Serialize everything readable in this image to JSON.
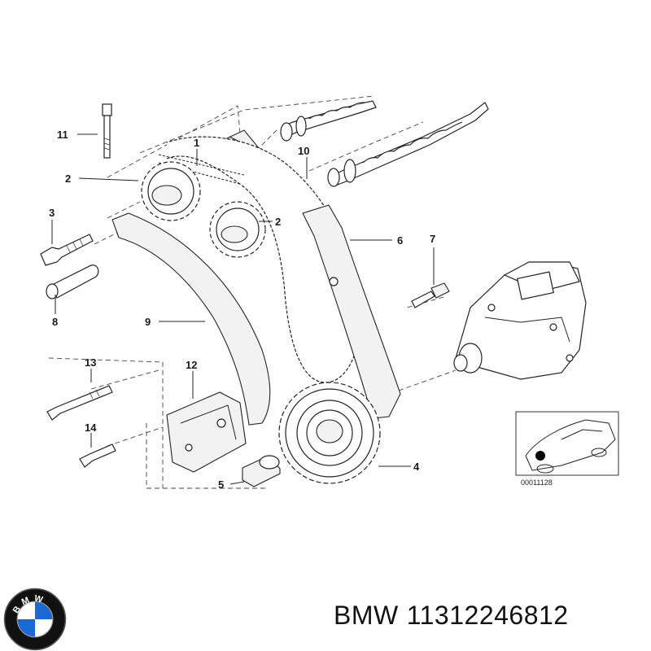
{
  "diagram": {
    "callouts": {
      "c1": "1",
      "c2a": "2",
      "c2b": "2",
      "c3": "3",
      "c4": "4",
      "c5": "5",
      "c6": "6",
      "c7": "7",
      "c8": "8",
      "c9": "9",
      "c10": "10",
      "c11": "11",
      "c12": "12",
      "c13": "13",
      "c14": "14"
    },
    "inset_reference": "00011128"
  },
  "caption": {
    "brand": "BMW",
    "part_number": "11312246812"
  },
  "logo": {
    "letters": "BMW",
    "colors": {
      "ring": "#111111",
      "blue": "#1c69d4",
      "white": "#ffffff"
    }
  }
}
